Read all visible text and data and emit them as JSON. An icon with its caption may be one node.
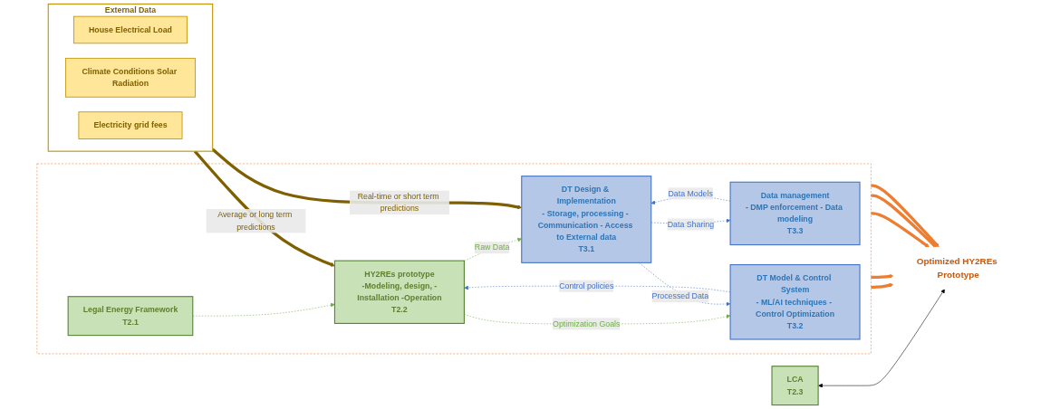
{
  "diagram": {
    "nodes": [
      {
        "text": [],
        "shape": "box"
      },
      {
        "text": [
          "Data management",
          "- DMP enforcement - Data modeling",
          "T3.3"
        ],
        "in": 0
      },
      {
        "text": [
          "Legal Energy Framework",
          "T2.1"
        ],
        "in": 0
      },
      {
        "text": [
          "HY2REs prototype",
          "-Modeling, design, -Installation -Operation",
          "T2.2"
        ],
        "in": 0
      },
      {
        "text": [
          "DT Design & Implementation",
          "- Storage, processing - Communication - Access to External data",
          "T3.1"
        ],
        "in": 0
      },
      {
        "text": [
          "DT Model & Control System",
          "- ML/AI techniques - Control Optimization",
          "T3.2"
        ],
        "in": 0
      },
      {
        "text": [
          "Optimized HY2REs Prototype"
        ]
      },
      {
        "text": [
          "LCA",
          "T2.3"
        ]
      },
      {
        "text": [
          "External Data"
        ]
      },
      {
        "text": [
          "House Electrical Load"
        ],
        "in": 8
      },
      {
        "text": [
          "Climate Conditions Solar Radiation"
        ],
        "in": 8
      },
      {
        "text": [
          "Electricity grid fees"
        ],
        "in": 8
      }
    ],
    "edges": [
      {
        "from": 2,
        "to": 3,
        "arrow": "to",
        "style": "dashed",
        "color": "#70ad47"
      },
      {
        "from": 3,
        "to": 4,
        "arrow": "to",
        "label": "Raw Data",
        "style": "dashed",
        "color": "#70ad47"
      },
      {
        "from": 4,
        "to": 1,
        "arrow": "to",
        "label": "Data Sharing",
        "style": "dashed",
        "color": "#4472c4"
      },
      {
        "from": 1,
        "to": 4,
        "arrow": "to",
        "label": "Data Models",
        "style": "dashed",
        "color": "#4472c4"
      },
      {
        "from": 3,
        "to": 5,
        "arrow": "to",
        "label": "Optimization Goals",
        "style": "dashed",
        "color": "#70ad47"
      },
      {
        "from": 4,
        "to": 5,
        "arrow": "to",
        "label": "Processed Data",
        "style": "dashed",
        "color": "#4472c4"
      },
      {
        "from": 5,
        "to": 3,
        "arrow": "to",
        "label": "Control policies",
        "style": "dashed",
        "color": "#4472c4"
      },
      {
        "from": 8,
        "to": 3,
        "arrow": "to",
        "label": "Average or long term predictions",
        "style": "thick",
        "color": "#7f6000"
      },
      {
        "from": 8,
        "to": 4,
        "arrow": "to",
        "label": "Real-time or short term predictions",
        "style": "thick",
        "color": "#7f6000"
      },
      {
        "from": 0,
        "to": 6,
        "arrow": "to",
        "style": "thick",
        "color": "#ed7d31"
      },
      {
        "from": 0,
        "to": 6,
        "arrow": "to",
        "style": "thick",
        "color": "#ed7d31"
      },
      {
        "from": 0,
        "to": 6,
        "arrow": "to",
        "style": "thick",
        "color": "#ed7d31"
      },
      {
        "from": 0,
        "to": 6,
        "arrow": "to",
        "style": "thick",
        "color": "#ed7d31"
      },
      {
        "from": 0,
        "to": 6,
        "arrow": "to",
        "style": "thick",
        "color": "#ed7d31"
      },
      {
        "from": 7,
        "to": 6,
        "arrow": "both",
        "color": "#000000"
      }
    ]
  }
}
